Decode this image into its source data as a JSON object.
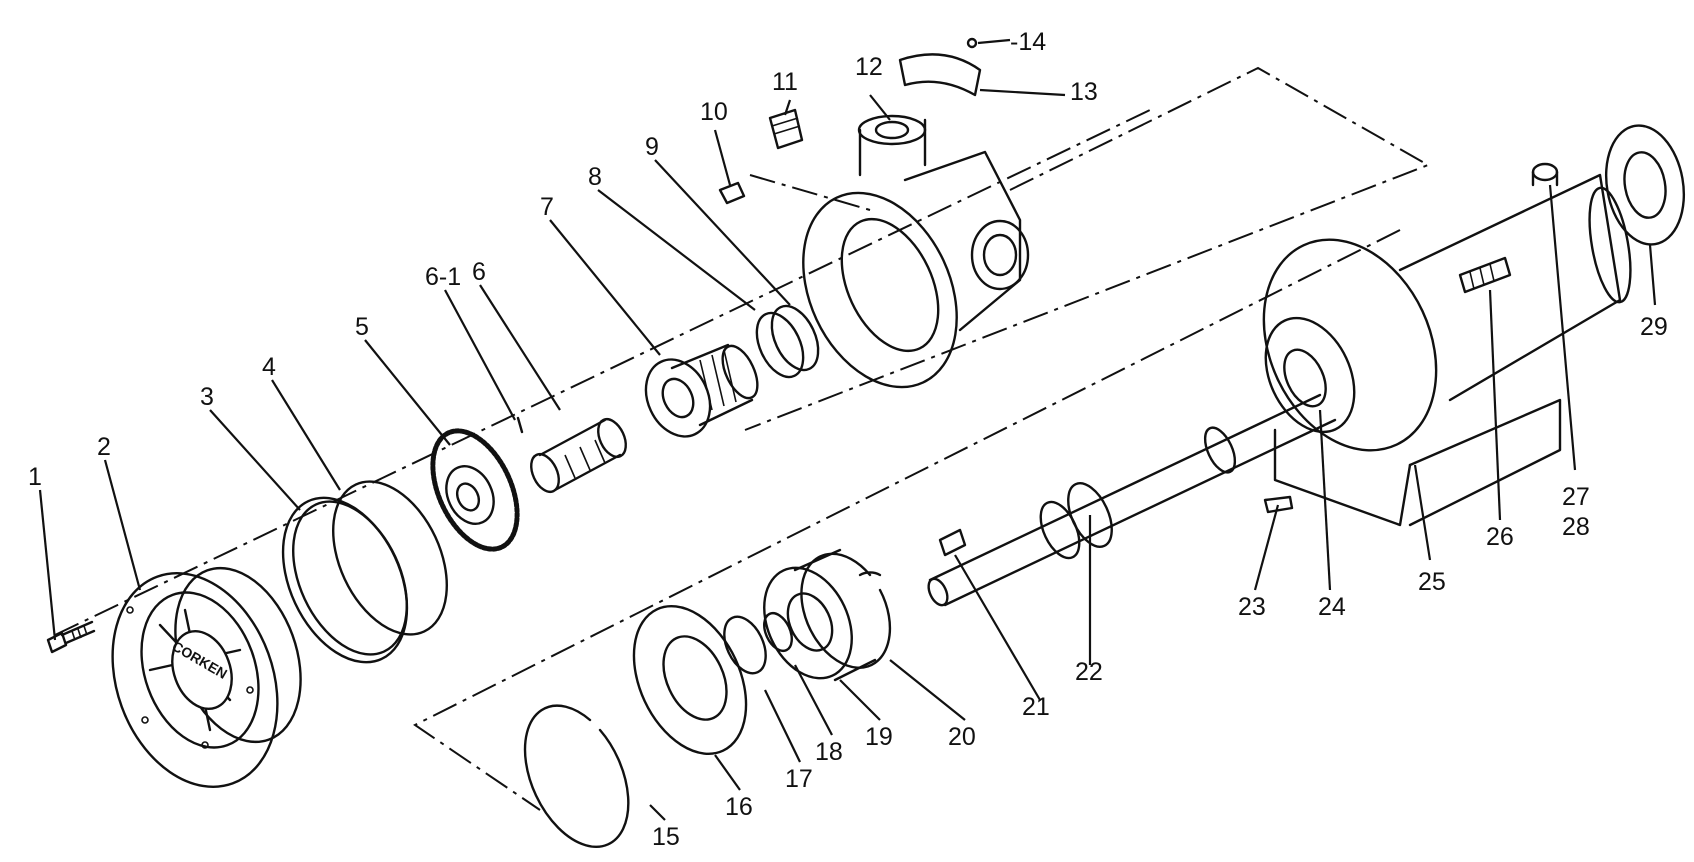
{
  "diagram": {
    "parts": [
      {
        "id": "p1",
        "label": "1"
      },
      {
        "id": "p2",
        "label": "2"
      },
      {
        "id": "p3",
        "label": "3"
      },
      {
        "id": "p4",
        "label": "4"
      },
      {
        "id": "p5",
        "label": "5"
      },
      {
        "id": "p6-1",
        "label": "6-1"
      },
      {
        "id": "p6",
        "label": "6"
      },
      {
        "id": "p7",
        "label": "7"
      },
      {
        "id": "p8",
        "label": "8"
      },
      {
        "id": "p9",
        "label": "9"
      },
      {
        "id": "p10",
        "label": "10"
      },
      {
        "id": "p11",
        "label": "11"
      },
      {
        "id": "p12",
        "label": "12"
      },
      {
        "id": "p13",
        "label": "13"
      },
      {
        "id": "p14",
        "label": "-14"
      },
      {
        "id": "p15",
        "label": "15"
      },
      {
        "id": "p16",
        "label": "16"
      },
      {
        "id": "p17",
        "label": "17"
      },
      {
        "id": "p18",
        "label": "18"
      },
      {
        "id": "p19",
        "label": "19"
      },
      {
        "id": "p20",
        "label": "20"
      },
      {
        "id": "p21",
        "label": "21"
      },
      {
        "id": "p22",
        "label": "22"
      },
      {
        "id": "p23",
        "label": "23"
      },
      {
        "id": "p24",
        "label": "24"
      },
      {
        "id": "p25",
        "label": "25"
      },
      {
        "id": "p26",
        "label": "26"
      },
      {
        "id": "p27",
        "label": "27"
      },
      {
        "id": "p28",
        "label": "28"
      },
      {
        "id": "p29",
        "label": "29"
      }
    ],
    "cover_lettering": "CORKEN"
  }
}
